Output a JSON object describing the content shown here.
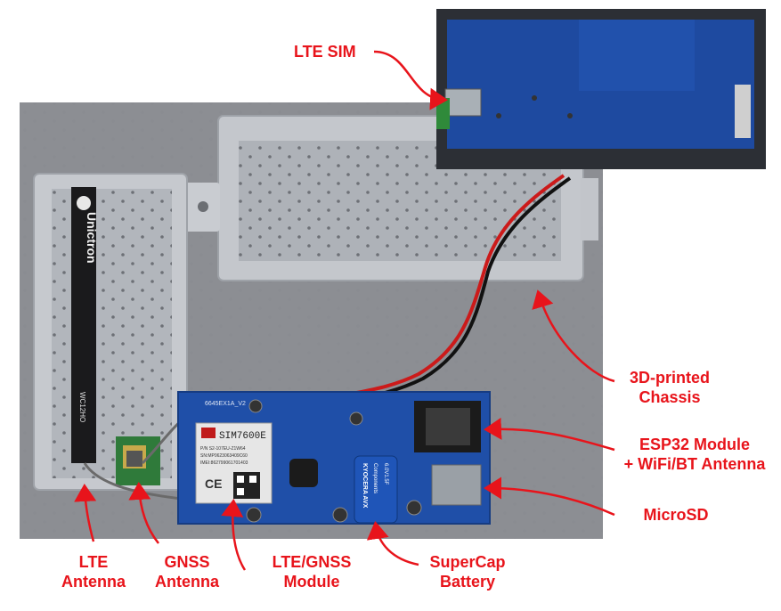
{
  "photo_text": {
    "antenna_brand": "Unictron",
    "antenna_model": "WC12HO",
    "board_id": "6645EX1A_V2",
    "module_name": "SIM7600E",
    "module_pn": "P/N S2-107EU-Z1W64",
    "module_sn": "SN:MP0623063409C60",
    "module_imei": "IMEI:862799061701403",
    "supercap_brand": "KYOCERA AVX",
    "supercap_text": "Components",
    "supercap_rating": "6.0V1.5F"
  },
  "labels": {
    "lte_sim": "LTE SIM",
    "chassis_line1": "3D-printed",
    "chassis_line2": "Chassis",
    "esp32_line1": "ESP32 Module",
    "esp32_line2": "+ WiFi/BT Antenna",
    "microsd": "MicroSD",
    "lte_antenna_line1": "LTE",
    "lte_antenna_line2": "Antenna",
    "gnss_antenna_line1": "GNSS",
    "gnss_antenna_line2": "Antenna",
    "module_line1": "LTE/GNSS",
    "module_line2": "Module",
    "supercap_line1": "SuperCap",
    "supercap_line2": "Battery"
  },
  "colors": {
    "annotation": "#e8141b",
    "pcb_blue": "#1f4fa8",
    "print_gray": "#b8bcc2"
  }
}
